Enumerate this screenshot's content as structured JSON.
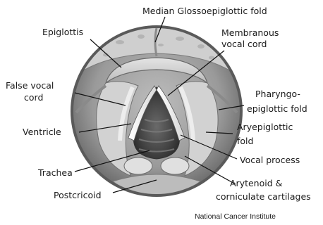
{
  "labels": {
    "median_glossoepiglottic_fold": "Median Glossoepiglottic fold",
    "epiglottis": "Epiglottis",
    "membranous_vocal_cord_line1": "Membranous",
    "membranous_vocal_cord_line2": "vocal cord",
    "false_vocal_cord_line1": "False vocal",
    "false_vocal_cord_line2": "cord",
    "pharyngo_epiglottic_fold_line1": "Pharyngo-",
    "pharyngo_epiglottic_fold_line2": "epiglottic fold",
    "ventricle": "Ventricle",
    "aryepiglottic_fold_line1": "Aryepiglottic",
    "aryepiglottic_fold_line2": "fold",
    "trachea": "Trachea",
    "vocal_process": "Vocal process",
    "arytenoid_line1": "Arytenoid &",
    "arytenoid_line2": "corniculate cartilages",
    "postcricoid": "Postcricoid"
  },
  "credit": "National Cancer Institute"
}
